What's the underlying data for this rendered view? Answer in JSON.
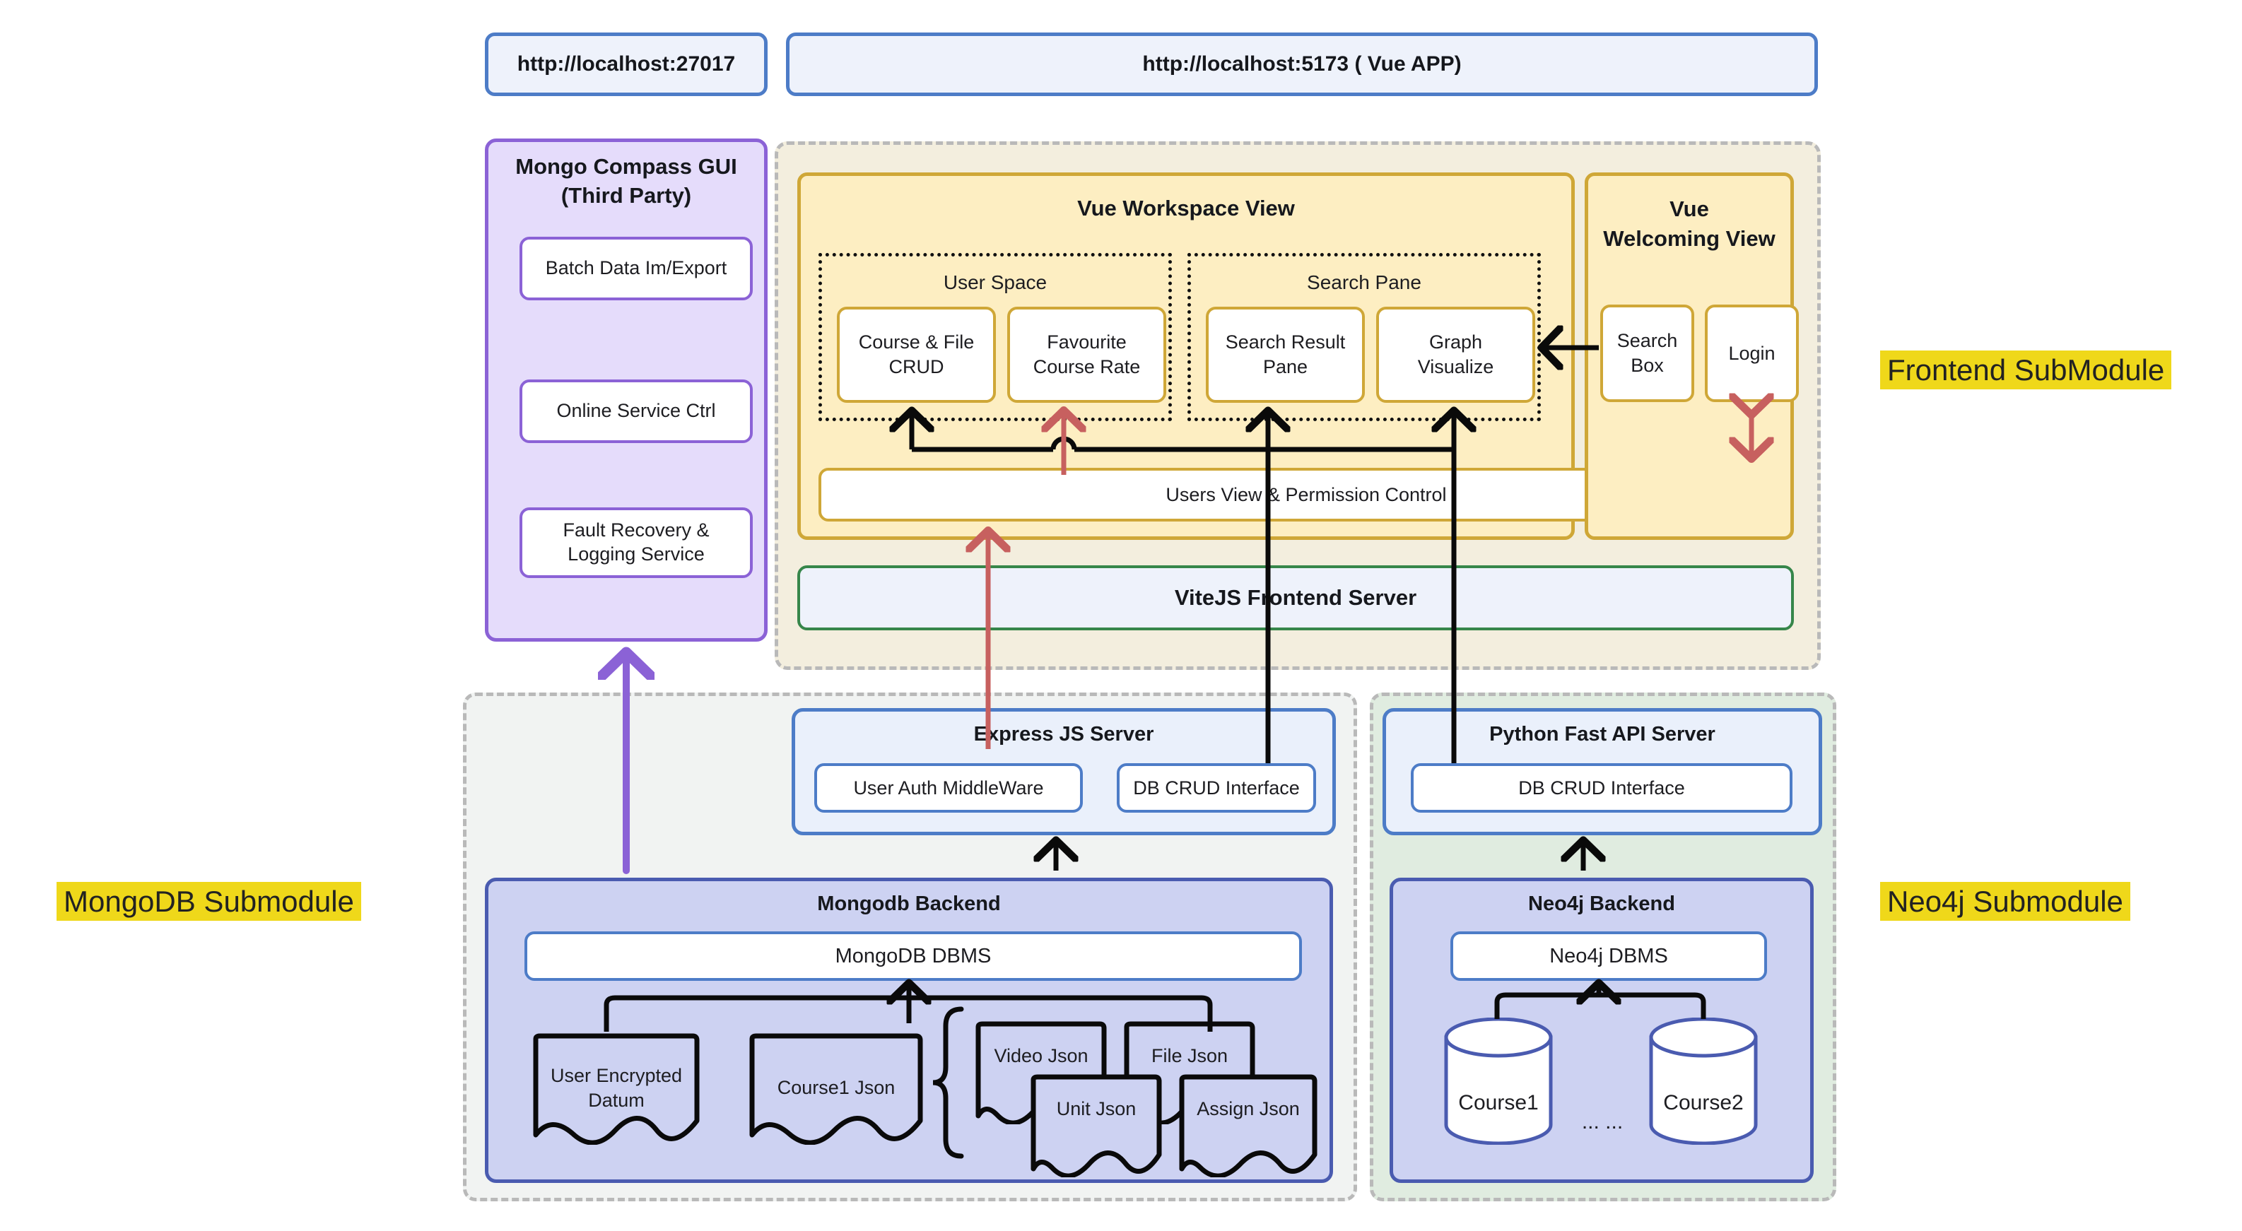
{
  "urls": {
    "mongo": "http://localhost:27017",
    "vue": "http://localhost:5173 ( Vue APP)"
  },
  "labels": {
    "frontend": "Frontend SubModule",
    "mongodb": "MongoDB Submodule",
    "neo4j": "Neo4j Submodule",
    "highlight_color": "#EFD81A"
  },
  "compass": {
    "title_line1": "Mongo Compass GUI",
    "title_line2": "(Third Party)",
    "items": [
      "Batch Data Im/Export",
      "Online Service Ctrl",
      "Fault Recovery &\nLogging Service"
    ],
    "border_color": "#8B62D6",
    "fill_color": "#E5DCFB"
  },
  "workspace": {
    "title": "Vue Workspace View",
    "user_space": {
      "title": "User Space",
      "cards": [
        "Course & File\nCRUD",
        "Favourite\nCourse Rate"
      ]
    },
    "search_pane": {
      "title": "Search Pane",
      "cards": [
        "Search Result\nPane",
        "Graph\nVisualize"
      ]
    },
    "permission_bar": "Users  View & Permission Control"
  },
  "welcoming": {
    "title_line1": "Vue",
    "title_line2": "Welcoming View",
    "cards": [
      "Search\nBox",
      "Login"
    ]
  },
  "vite": {
    "title": "ViteJS Frontend Server"
  },
  "express": {
    "title": "Express JS Server",
    "cards": [
      "User Auth MiddleWare",
      "DB CRUD Interface"
    ]
  },
  "fastapi": {
    "title": "Python Fast API Server",
    "cards": [
      "DB CRUD Interface"
    ]
  },
  "mongo_backend": {
    "title": "Mongodb Backend",
    "dbms": "MongoDB DBMS",
    "docs": [
      "User Encrypted\nDatum",
      "Course1 Json",
      "Video Json",
      "Unit Json",
      "File Json",
      "Assign Json"
    ]
  },
  "neo4j_backend": {
    "title": "Neo4j Backend",
    "dbms": "Neo4j DBMS",
    "cylinders": [
      "Course1",
      "Course2"
    ],
    "ellipsis": "... ..."
  },
  "colors": {
    "blue_border": "#4D7CC7",
    "tan_border": "#CFA737",
    "tan_fill": "#FDEEC2",
    "db_fill": "#CDD2F2",
    "green_border": "#36864A",
    "red_arrow": "#C7605F",
    "purple_arrow": "#8B62D6"
  }
}
